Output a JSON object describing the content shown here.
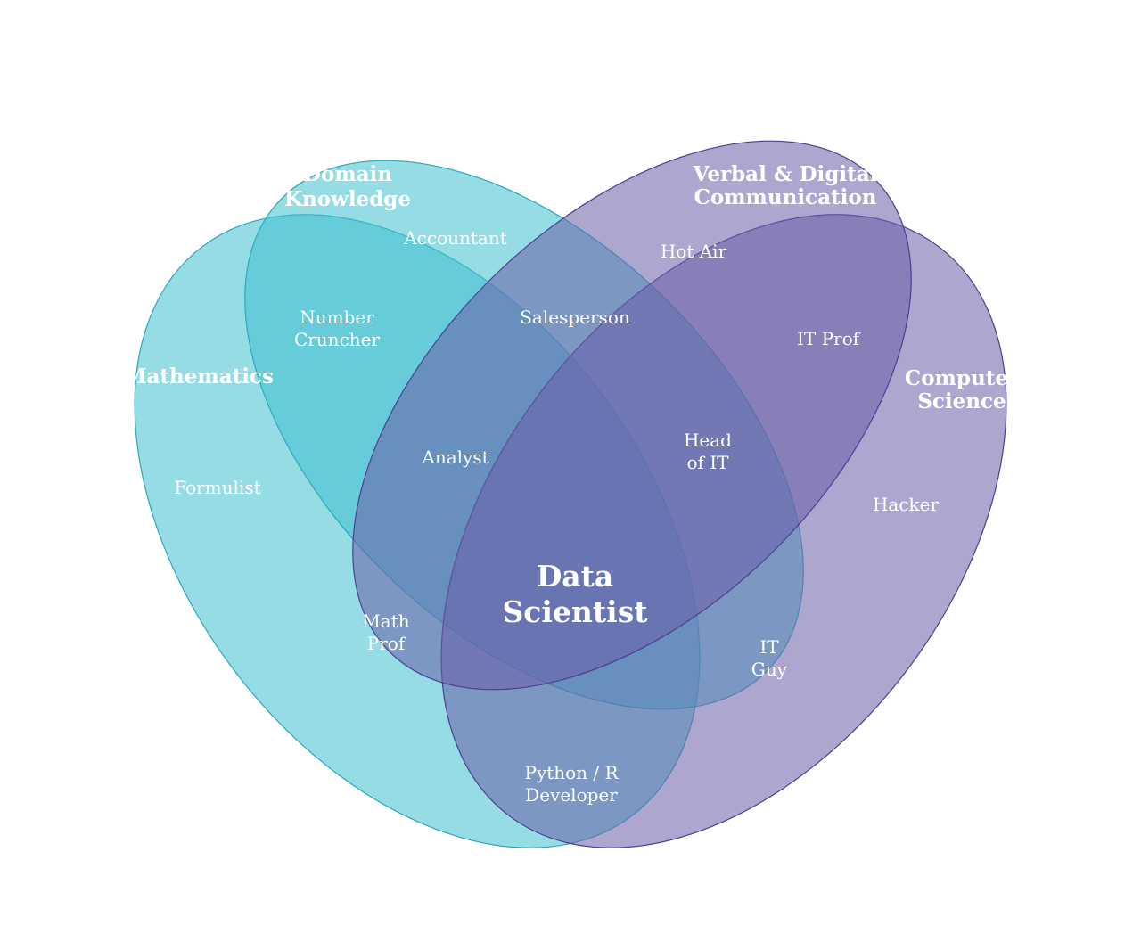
{
  "diagram": {
    "sets": [
      {
        "id": "domain",
        "label": [
          "Domain",
          "Knowledge"
        ],
        "fill": "#3fbfd0",
        "stroke": "#2aa9bc"
      },
      {
        "id": "math",
        "label": [
          "Mathematics"
        ],
        "fill": "#3fbfd0",
        "stroke": "#2aa9bc"
      },
      {
        "id": "verbal",
        "label": [
          "Verbal & Digital",
          "Communication"
        ],
        "fill": "#6a5fa8",
        "stroke": "#4b3f91"
      },
      {
        "id": "cs",
        "label": [
          "Computer",
          "Science"
        ],
        "fill": "#6a5fa8",
        "stroke": "#4b3f91"
      }
    ],
    "regions": [
      {
        "id": "accountant",
        "label": [
          "Accountant"
        ]
      },
      {
        "id": "hot-air",
        "label": [
          "Hot Air"
        ]
      },
      {
        "id": "number-cruncher",
        "label": [
          "Number",
          "Cruncher"
        ]
      },
      {
        "id": "salesperson",
        "label": [
          "Salesperson"
        ]
      },
      {
        "id": "it-prof",
        "label": [
          "IT Prof"
        ]
      },
      {
        "id": "analyst",
        "label": [
          "Analyst"
        ]
      },
      {
        "id": "head-of-it",
        "label": [
          "Head",
          "of IT"
        ]
      },
      {
        "id": "formulist",
        "label": [
          "Formulist"
        ]
      },
      {
        "id": "hacker",
        "label": [
          "Hacker"
        ]
      },
      {
        "id": "math-prof",
        "label": [
          "Math",
          "Prof"
        ]
      },
      {
        "id": "it-guy",
        "label": [
          "IT",
          "Guy"
        ]
      },
      {
        "id": "python-r-developer",
        "label": [
          "Python / R",
          "Developer"
        ]
      }
    ],
    "center": {
      "id": "data-scientist",
      "label": [
        "Data",
        "Scientist"
      ]
    }
  }
}
